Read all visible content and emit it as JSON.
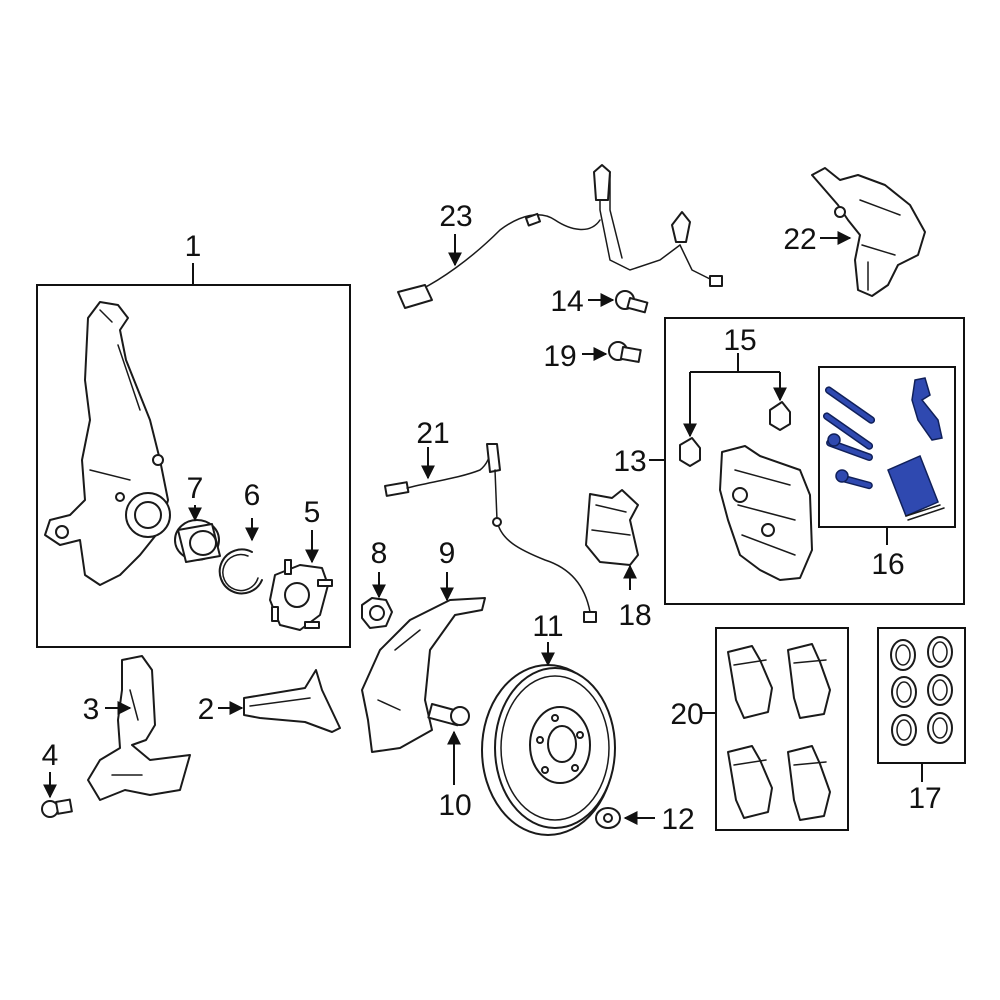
{
  "callouts": {
    "c1": "1",
    "c2": "2",
    "c3": "3",
    "c4": "4",
    "c5": "5",
    "c6": "6",
    "c7": "7",
    "c8": "8",
    "c9": "9",
    "c10": "10",
    "c11": "11",
    "c12": "12",
    "c13": "13",
    "c14": "14",
    "c15": "15",
    "c16": "16",
    "c17": "17",
    "c18": "18",
    "c19": "19",
    "c20": "20",
    "c21": "21",
    "c22": "22",
    "c23": "23"
  },
  "colors": {
    "highlight": "#2f49b0",
    "line": "#1a1a1a",
    "background": "#ffffff"
  }
}
